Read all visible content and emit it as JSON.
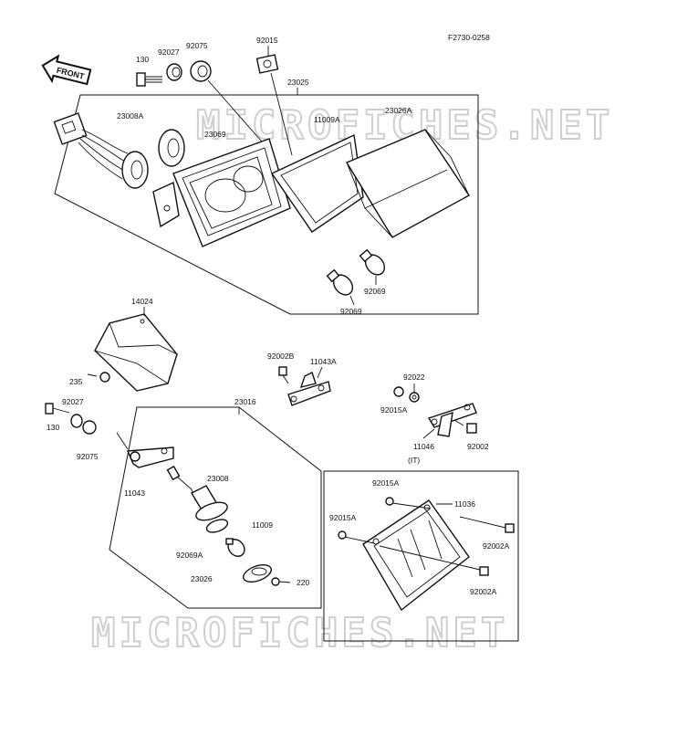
{
  "figure_code": "F2730-0258",
  "front_arrow_label": "FRONT",
  "watermark": "MICROFICHES.NET",
  "variant_label": "(IT)",
  "labels": {
    "p130_top": "130",
    "p92027_top": "92027",
    "p92075_top": "92075",
    "p92015_top": "92015",
    "p23025": "23025",
    "p23008A": "23008A",
    "p23069": "23069",
    "p11009A": "11009A",
    "p23026A": "23026A",
    "p92069_a": "92069",
    "p92069_b": "92069",
    "p14024": "14024",
    "p235": "235",
    "p92002B": "92002B",
    "p11043A": "11043A",
    "p92022": "92022",
    "p92015A_r": "92015A",
    "p11046": "11046",
    "p92002": "92002",
    "p92027_l": "92027",
    "p130_l": "130",
    "p92075_l": "92075",
    "p23016": "23016",
    "p11043": "11043",
    "p23008": "23008",
    "p11009": "11009",
    "p92069A": "92069A",
    "p23026": "23026",
    "p220": "220",
    "p92015A_it1": "92015A",
    "p11036": "11036",
    "p92015A_it2": "92015A",
    "p92002A_1": "92002A",
    "p92002A_2": "92002A"
  }
}
